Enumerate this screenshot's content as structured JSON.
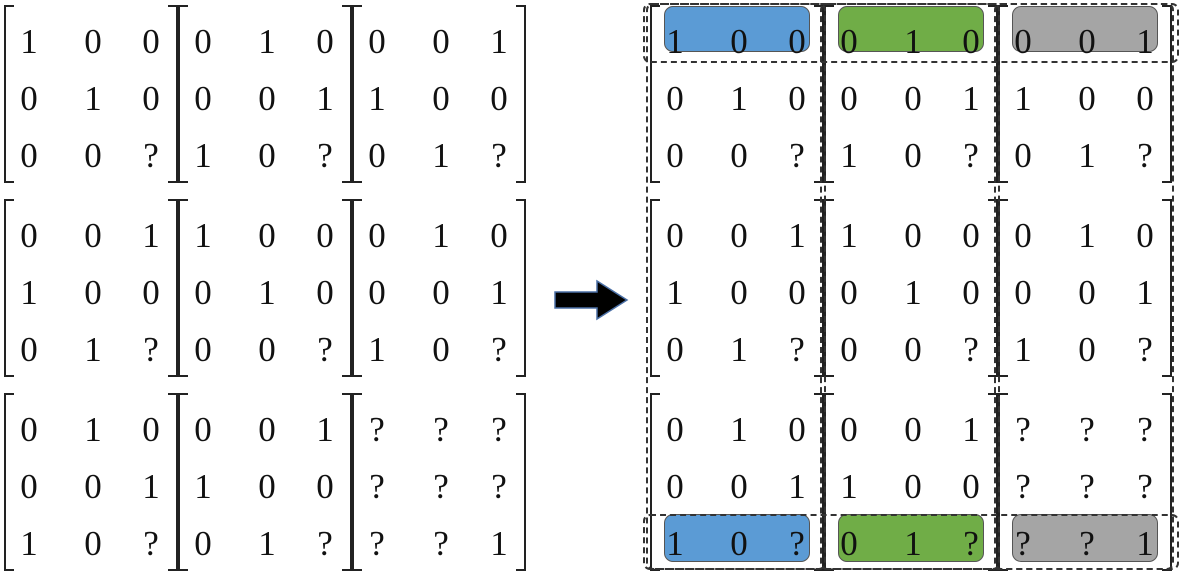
{
  "left_grid": [
    [
      [
        [
          "1",
          "0",
          "0"
        ],
        [
          "0",
          "1",
          "0"
        ],
        [
          "0",
          "0",
          "?"
        ]
      ],
      [
        [
          "0",
          "1",
          "0"
        ],
        [
          "0",
          "0",
          "1"
        ],
        [
          "1",
          "0",
          "?"
        ]
      ],
      [
        [
          "0",
          "0",
          "1"
        ],
        [
          "1",
          "0",
          "0"
        ],
        [
          "0",
          "1",
          "?"
        ]
      ]
    ],
    [
      [
        [
          "0",
          "0",
          "1"
        ],
        [
          "1",
          "0",
          "0"
        ],
        [
          "0",
          "1",
          "?"
        ]
      ],
      [
        [
          "1",
          "0",
          "0"
        ],
        [
          "0",
          "1",
          "0"
        ],
        [
          "0",
          "0",
          "?"
        ]
      ],
      [
        [
          "0",
          "1",
          "0"
        ],
        [
          "0",
          "0",
          "1"
        ],
        [
          "1",
          "0",
          "?"
        ]
      ]
    ],
    [
      [
        [
          "0",
          "1",
          "0"
        ],
        [
          "0",
          "0",
          "1"
        ],
        [
          "1",
          "0",
          "?"
        ]
      ],
      [
        [
          "0",
          "0",
          "1"
        ],
        [
          "1",
          "0",
          "0"
        ],
        [
          "0",
          "1",
          "?"
        ]
      ],
      [
        [
          "?",
          "?",
          "?"
        ],
        [
          "?",
          "?",
          "?"
        ],
        [
          "?",
          "?",
          "1"
        ]
      ]
    ]
  ],
  "right_grid": [
    [
      [
        [
          "1",
          "0",
          "0"
        ],
        [
          "0",
          "1",
          "0"
        ],
        [
          "0",
          "0",
          "?"
        ]
      ],
      [
        [
          "0",
          "1",
          "0"
        ],
        [
          "0",
          "0",
          "1"
        ],
        [
          "1",
          "0",
          "?"
        ]
      ],
      [
        [
          "0",
          "0",
          "1"
        ],
        [
          "1",
          "0",
          "0"
        ],
        [
          "0",
          "1",
          "?"
        ]
      ]
    ],
    [
      [
        [
          "0",
          "0",
          "1"
        ],
        [
          "1",
          "0",
          "0"
        ],
        [
          "0",
          "1",
          "?"
        ]
      ],
      [
        [
          "1",
          "0",
          "0"
        ],
        [
          "0",
          "1",
          "0"
        ],
        [
          "0",
          "0",
          "?"
        ]
      ],
      [
        [
          "0",
          "1",
          "0"
        ],
        [
          "0",
          "0",
          "1"
        ],
        [
          "1",
          "0",
          "?"
        ]
      ]
    ],
    [
      [
        [
          "0",
          "1",
          "0"
        ],
        [
          "0",
          "0",
          "1"
        ],
        [
          "1",
          "0",
          "?"
        ]
      ],
      [
        [
          "0",
          "0",
          "1"
        ],
        [
          "1",
          "0",
          "0"
        ],
        [
          "0",
          "1",
          "?"
        ]
      ],
      [
        [
          "?",
          "?",
          "?"
        ],
        [
          "?",
          "?",
          "?"
        ],
        [
          "?",
          "?",
          "1"
        ]
      ]
    ]
  ],
  "highlight_colors": [
    "#5b9bd5",
    "#70ad47",
    "#a5a5a5"
  ],
  "highlighted_rows": [
    "first row of top matrices",
    "last row of bottom matrices"
  ],
  "arrow_icon": "arrow-right-icon"
}
